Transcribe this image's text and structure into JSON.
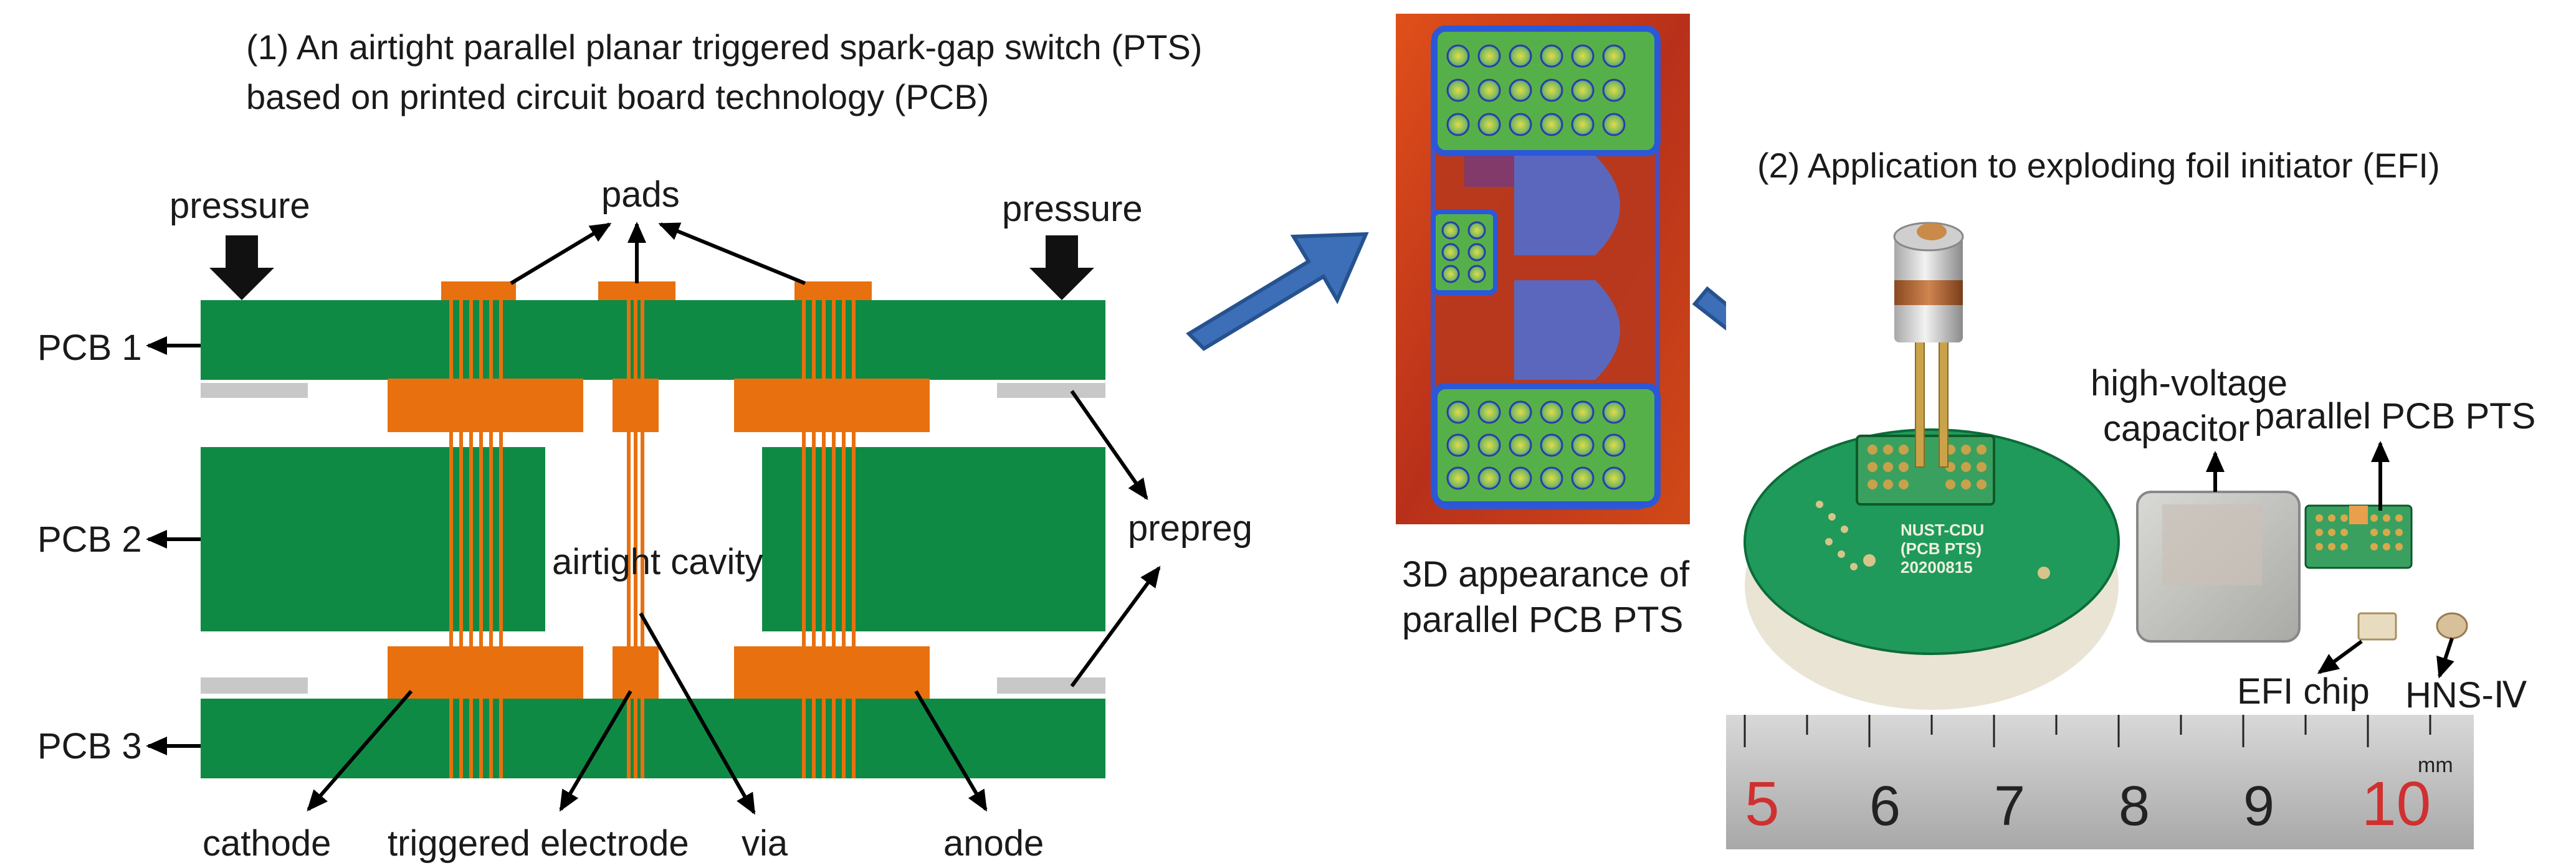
{
  "titles": {
    "part1_line1": "(1) An airtight parallel planar triggered spark-gap switch (PTS)",
    "part1_line2": "based on printed circuit board technology (PCB)",
    "part2": "(2) Application to exploding foil initiator (EFI)"
  },
  "schematic": {
    "pressure_left": "pressure",
    "pressure_right": "pressure",
    "pads": "pads",
    "pcb1": "PCB 1",
    "pcb2": "PCB 2",
    "pcb3": "PCB 3",
    "airtight_cavity": "airtight cavity",
    "prepreg": "prepreg",
    "cathode": "cathode",
    "triggered_electrode": "triggered electrode",
    "via": "via",
    "anode": "anode"
  },
  "render": {
    "caption_line1": "3D appearance of",
    "caption_line2": "parallel PCB PTS"
  },
  "photo": {
    "board_text_1": "NUST-CDU",
    "board_text_2": "(PCB PTS)",
    "board_text_3": "20200815",
    "capacitor_label_1": "high-voltage",
    "capacitor_label_2": "capacitor",
    "pts_label": "parallel PCB PTS",
    "efi_chip_label": "EFI chip",
    "hns_label": "HNS-Ⅳ",
    "ruler_numbers": [
      "5",
      "6",
      "7",
      "8",
      "9",
      "10"
    ],
    "ruler_unit": "mm"
  },
  "colors": {
    "pcb_green": "#0f8a45",
    "copper": "#e8700f",
    "prepreg_gray": "#c8c8c8",
    "arrow_blue": "#3d6fb8",
    "render_red": "#c23a1a"
  }
}
